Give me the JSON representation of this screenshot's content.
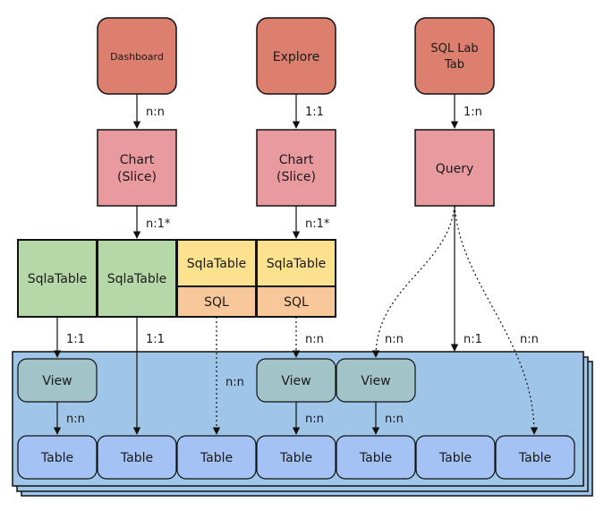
{
  "colors": {
    "source": "#dc7f6e",
    "chart": "#e89a9f",
    "green": "#b6d7a8",
    "yellow": "#fce18f",
    "orange": "#f8c79a",
    "blue": "#9fc5e8",
    "view": "#a2c4c9",
    "table": "#a4c2f4"
  },
  "top": {
    "dashboard": "Dashboard",
    "explore": "Explore",
    "sqllab": [
      "SQL Lab",
      "Tab"
    ]
  },
  "mid": {
    "chart1": [
      "Chart",
      "(Slice)"
    ],
    "chart2": [
      "Chart",
      "(Slice)"
    ],
    "query": "Query"
  },
  "row3": {
    "sqlatable1": "SqlaTable",
    "sqlatable2": "SqlaTable",
    "sqlatable3": "SqlaTable",
    "sqlatable4": "SqlaTable",
    "sql1": "SQL",
    "sql2": "SQL"
  },
  "views": [
    "View",
    "View",
    "View"
  ],
  "tables": [
    "Table",
    "Table",
    "Table",
    "Table",
    "Table",
    "Table",
    "Table"
  ],
  "edges": {
    "dash_chart": "n:n",
    "explore_chart": "1:1",
    "sqllab_query": "1:n",
    "chart1_sqla": "n:1*",
    "chart2_sqla": "n:1*",
    "g1_view": "1:1",
    "g2_table": "1:1",
    "sql1_table": "n:n",
    "sql2_view": "n:n",
    "query_view": "n:n",
    "query_table": "n:1",
    "query_table2": "n:n",
    "view1_table": "n:n",
    "view2_table": "n:n",
    "view3_table": "n:n"
  }
}
